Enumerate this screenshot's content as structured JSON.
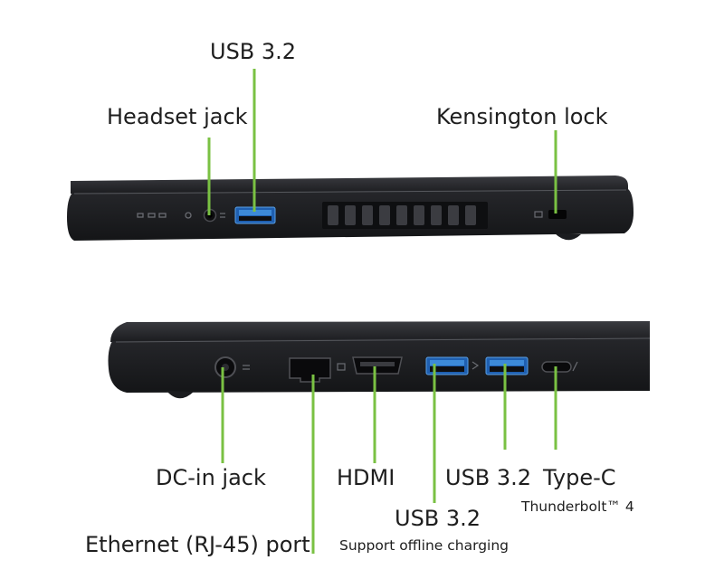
{
  "top_panel": {
    "labels": {
      "usb_top": "USB 3.2",
      "headset": "Headset jack",
      "kensington": "Kensington lock"
    }
  },
  "bottom_panel": {
    "labels": {
      "dc_in": "DC-in jack",
      "ethernet": "Ethernet (RJ-45) port",
      "hdmi": "HDMI",
      "usb_charging": "USB 3.2",
      "usb_charging_note": "Support offline charging",
      "usb_right": "USB 3.2",
      "type_c": "Type-C",
      "type_c_note": "Thunderbolt™ 4"
    }
  },
  "colors": {
    "leader_line": "#7ac143",
    "chassis": "#1c1d20",
    "usb_blue": "#2f78c8",
    "text": "#1e1e1e"
  }
}
